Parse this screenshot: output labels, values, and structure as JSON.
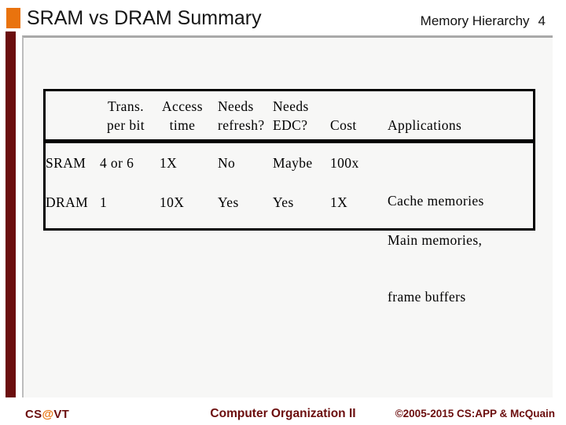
{
  "header": {
    "title": "SRAM vs DRAM Summary",
    "section": "Memory Hierarchy",
    "page_number": "4"
  },
  "table": {
    "columns": [
      {
        "l1": "",
        "l2": ""
      },
      {
        "l1": "Trans.",
        "l2": "per bit"
      },
      {
        "l1": "Access",
        "l2": "time"
      },
      {
        "l1": "Needs",
        "l2": "refresh?"
      },
      {
        "l1": "Needs",
        "l2": "EDC?"
      },
      {
        "l1": "",
        "l2": "Cost"
      },
      {
        "l1": "",
        "l2": "Applications"
      }
    ],
    "rows": [
      {
        "type": "SRAM",
        "trans": "4 or 6",
        "access": "1X",
        "refresh": "No",
        "edc": "Maybe",
        "cost": "100x",
        "apps1": "Cache memories",
        "apps2": ""
      },
      {
        "type": "DRAM",
        "trans": "1",
        "access": "10X",
        "refresh": "Yes",
        "edc": "Yes",
        "cost": "1X",
        "apps1": "Main memories,",
        "apps2": "frame buffers"
      }
    ]
  },
  "footer": {
    "left": {
      "cs": "CS",
      "at": "@",
      "vt": "VT"
    },
    "center": "Computer Organization II",
    "right": "©2005-2015 CS:APP & McQuain"
  },
  "colors": {
    "accent_orange": "#E9730E",
    "accent_maroon": "#6B0E0E",
    "panel_background": "#F7F7F6",
    "table_border": "#000000"
  }
}
